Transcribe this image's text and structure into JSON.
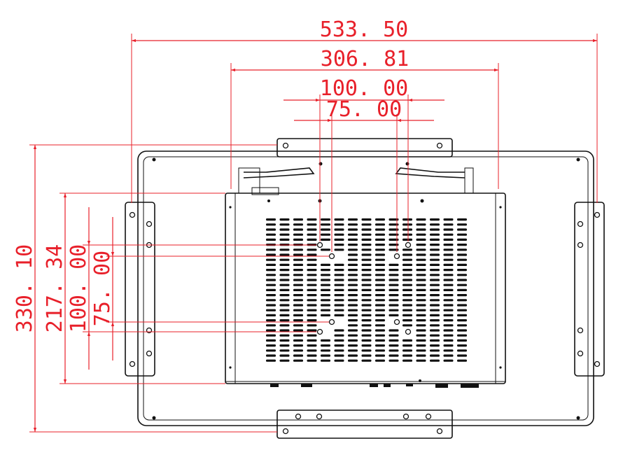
{
  "dimensions": {
    "overall_width": "533. 50",
    "body_width": "306. 81",
    "vesa_100_width": "100. 00",
    "vesa_75_width": "75. 00",
    "overall_height": "330. 10",
    "body_height": "217. 34",
    "vesa_100_height": "100. 00",
    "vesa_75_height": "75. 00"
  },
  "colors": {
    "dimension": "#e8202a",
    "outline": "#111111",
    "background": "#ffffff"
  }
}
